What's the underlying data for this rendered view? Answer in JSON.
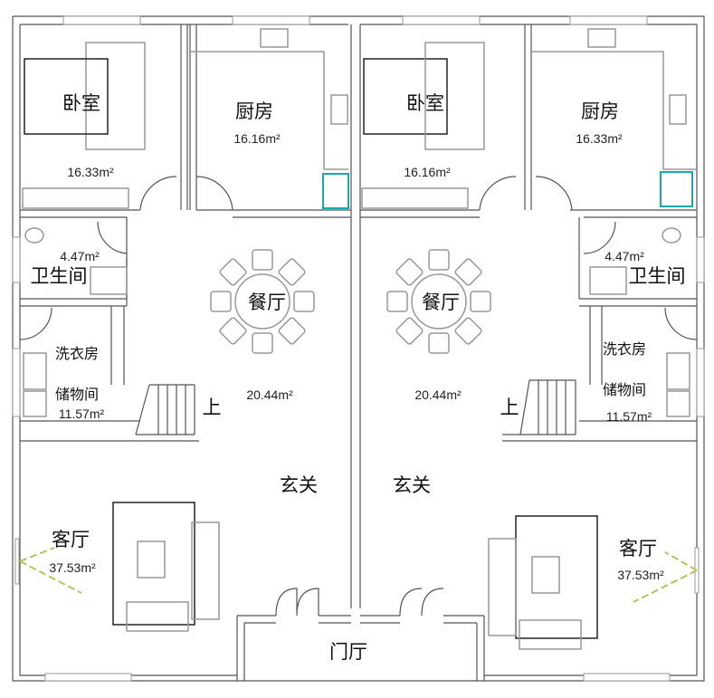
{
  "plan": {
    "left_unit": {
      "bedroom": {
        "label": "卧室",
        "area": "16.33m²"
      },
      "kitchen": {
        "label": "厨房",
        "area": "16.16m²"
      },
      "bathroom": {
        "label": "卫生间",
        "area": "4.47m²"
      },
      "dining": {
        "label": "餐厅",
        "area": "20.44m²"
      },
      "laundry": {
        "label": "洗衣房"
      },
      "storage": {
        "label": "储物间",
        "area": "11.57m²"
      },
      "stairs": {
        "label": "上"
      },
      "foyer": {
        "label": "玄关"
      },
      "living": {
        "label": "客厅",
        "area": "37.53m²"
      }
    },
    "right_unit": {
      "bedroom": {
        "label": "卧室",
        "area": "16.16m²"
      },
      "kitchen": {
        "label": "厨房",
        "area": "16.33m²"
      },
      "bathroom": {
        "label": "卫生间",
        "area": "4.47m²"
      },
      "dining": {
        "label": "餐厅",
        "area": "20.44m²"
      },
      "laundry": {
        "label": "洗衣房"
      },
      "storage": {
        "label": "储物间",
        "area": "11.57m²"
      },
      "stairs": {
        "label": "上"
      },
      "foyer": {
        "label": "玄关"
      },
      "living": {
        "label": "客厅",
        "area": "37.53m²"
      }
    },
    "entrance_hall": {
      "label": "门厅"
    }
  }
}
